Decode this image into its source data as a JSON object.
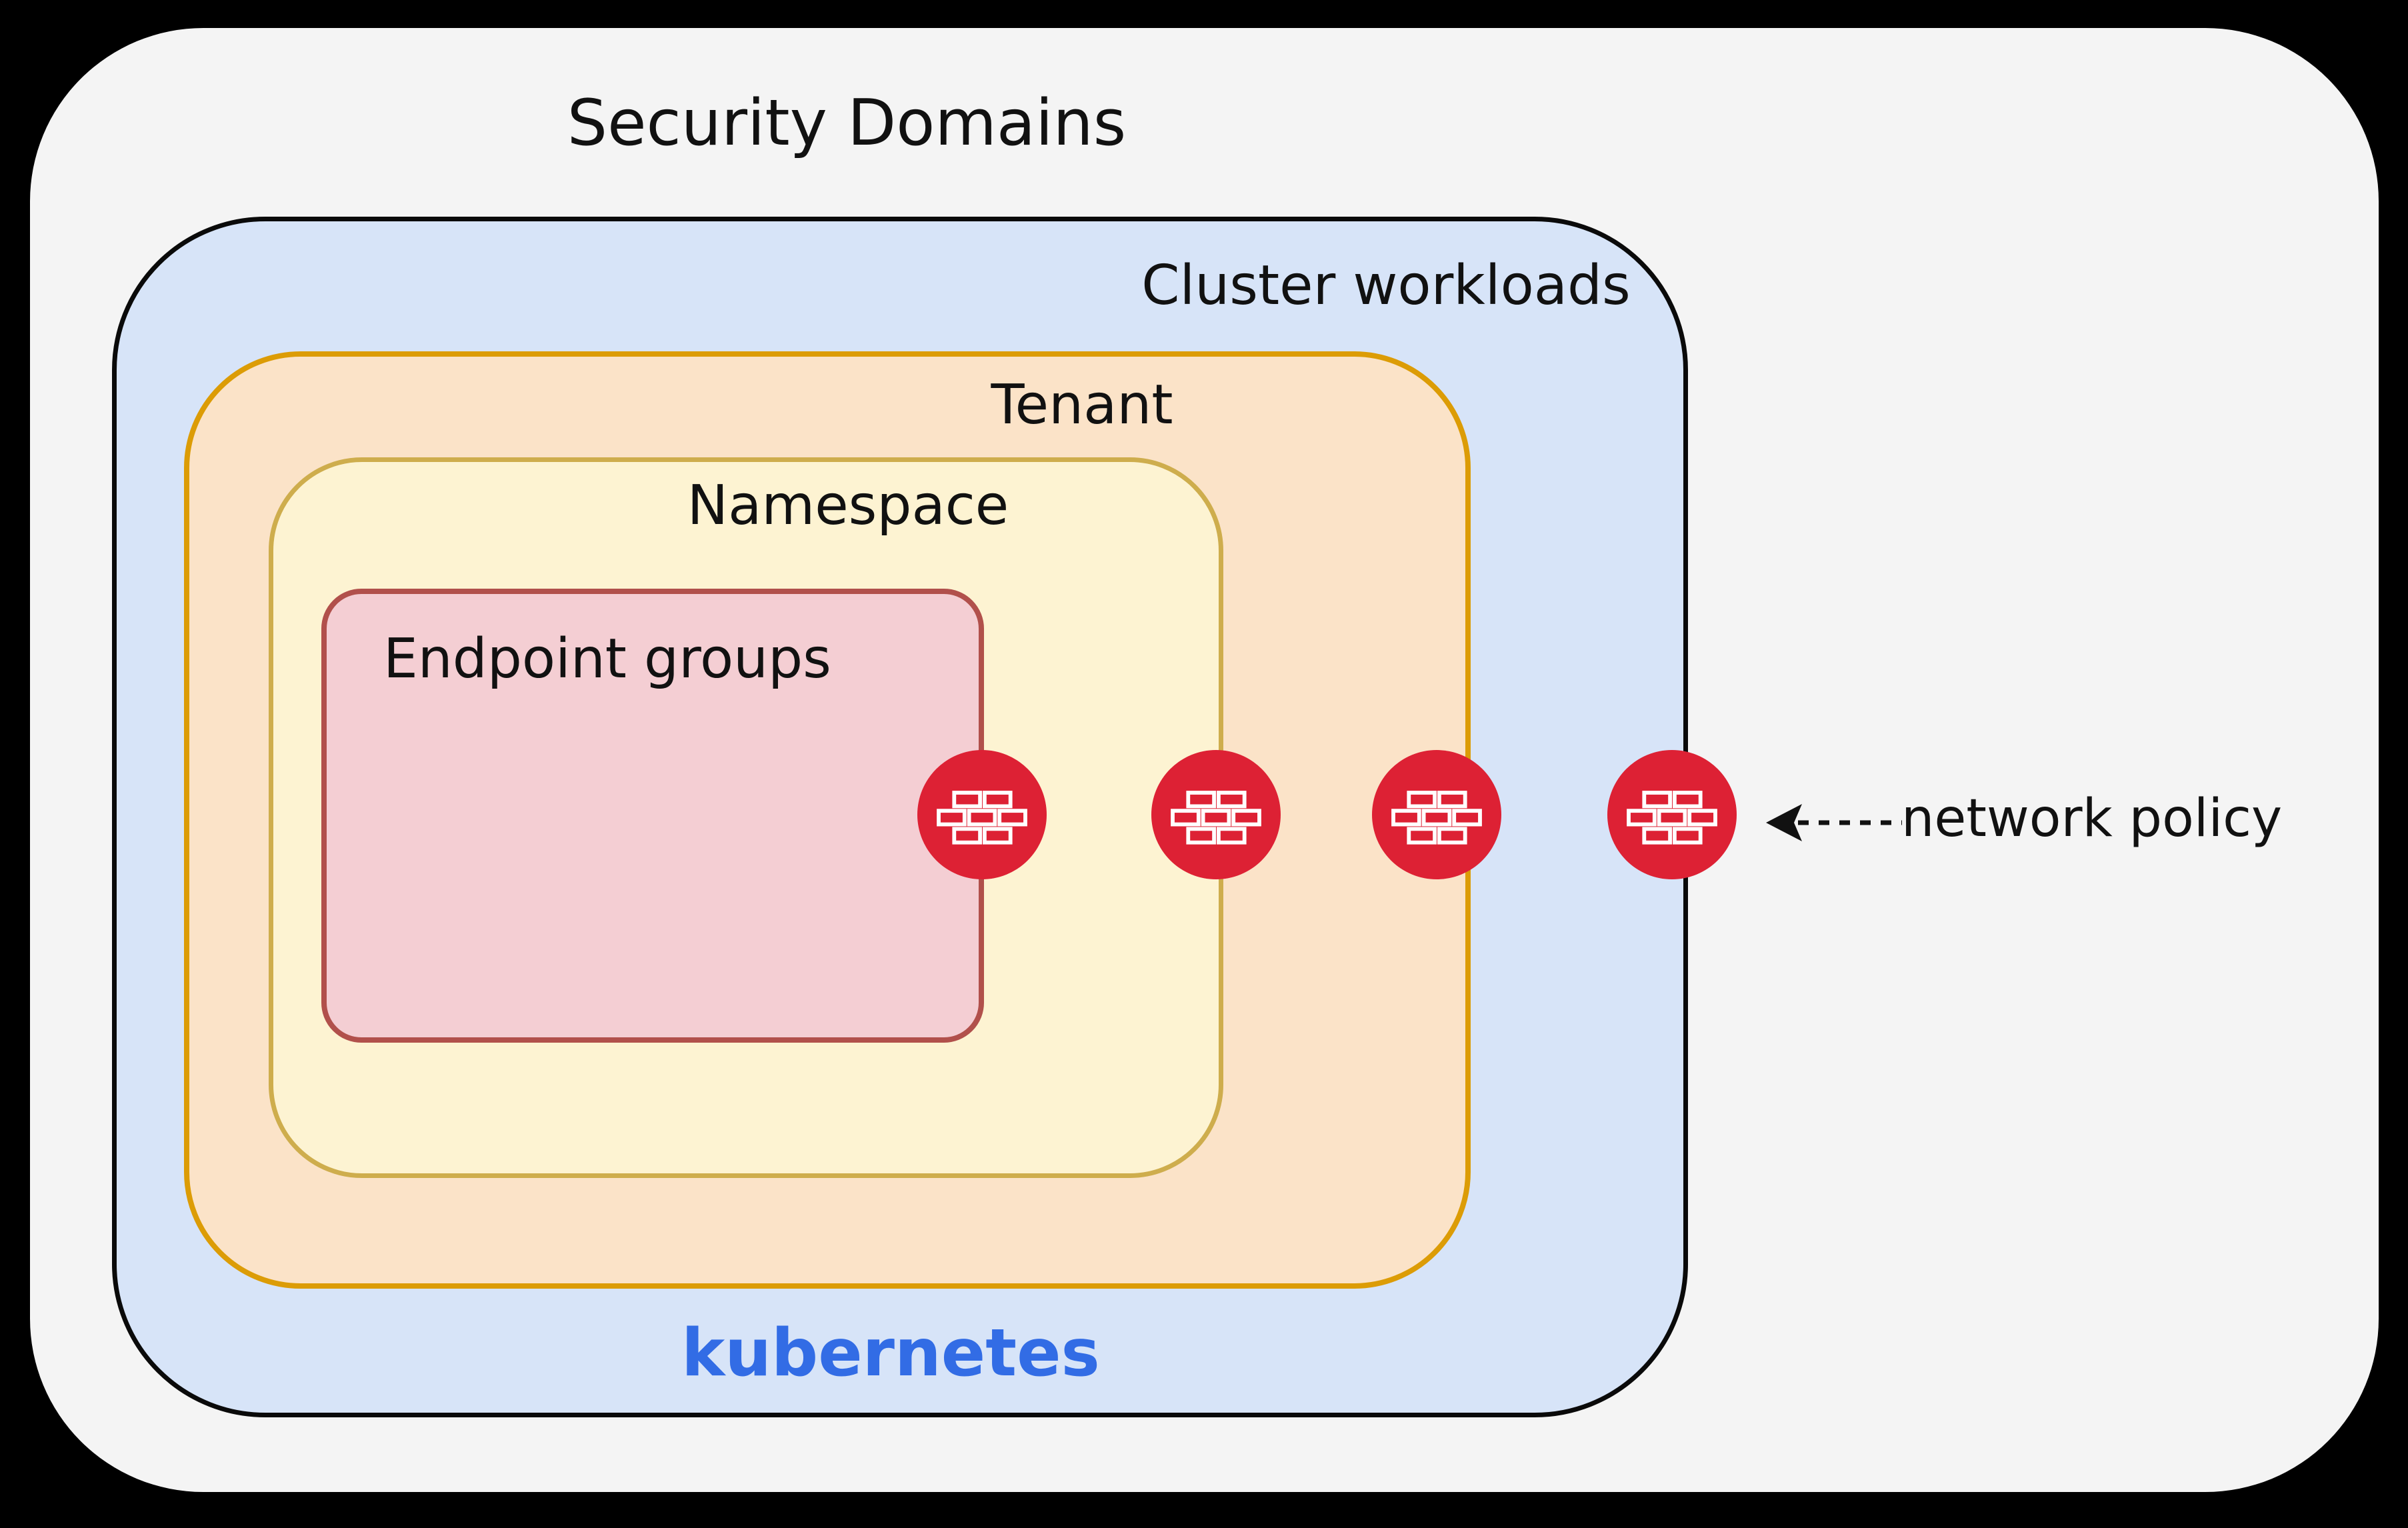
{
  "title": "Security Domains",
  "domains": {
    "cluster": {
      "label": "Cluster workloads",
      "platform_label": "kubernetes"
    },
    "tenant": {
      "label": "Tenant"
    },
    "namespace": {
      "label": "Namespace"
    },
    "endpoint_groups": {
      "label": "Endpoint groups"
    }
  },
  "annotation": {
    "label": "network policy",
    "arrow_icon": "dashed-arrow-left-icon"
  },
  "firewalls": {
    "count": 4,
    "icon": "firewall-brick-wall-icon",
    "placement": [
      "endpoint-groups-boundary",
      "namespace-boundary",
      "tenant-boundary",
      "cluster-boundary"
    ]
  },
  "colors": {
    "background": "#000000",
    "panel": "#F4F4F4",
    "cluster_fill": "#D7E4F8",
    "cluster_border": "#0A0A0A",
    "tenant_fill": "#FBE3C8",
    "tenant_border": "#DC9C06",
    "namespace_fill": "#FDF3D2",
    "namespace_border": "#CEAD4D",
    "endpoint_fill": "#F4CED3",
    "endpoint_border": "#B1504B",
    "firewall_red": "#DD2134",
    "kubernetes_blue": "#326CE5",
    "text": "#111111"
  }
}
